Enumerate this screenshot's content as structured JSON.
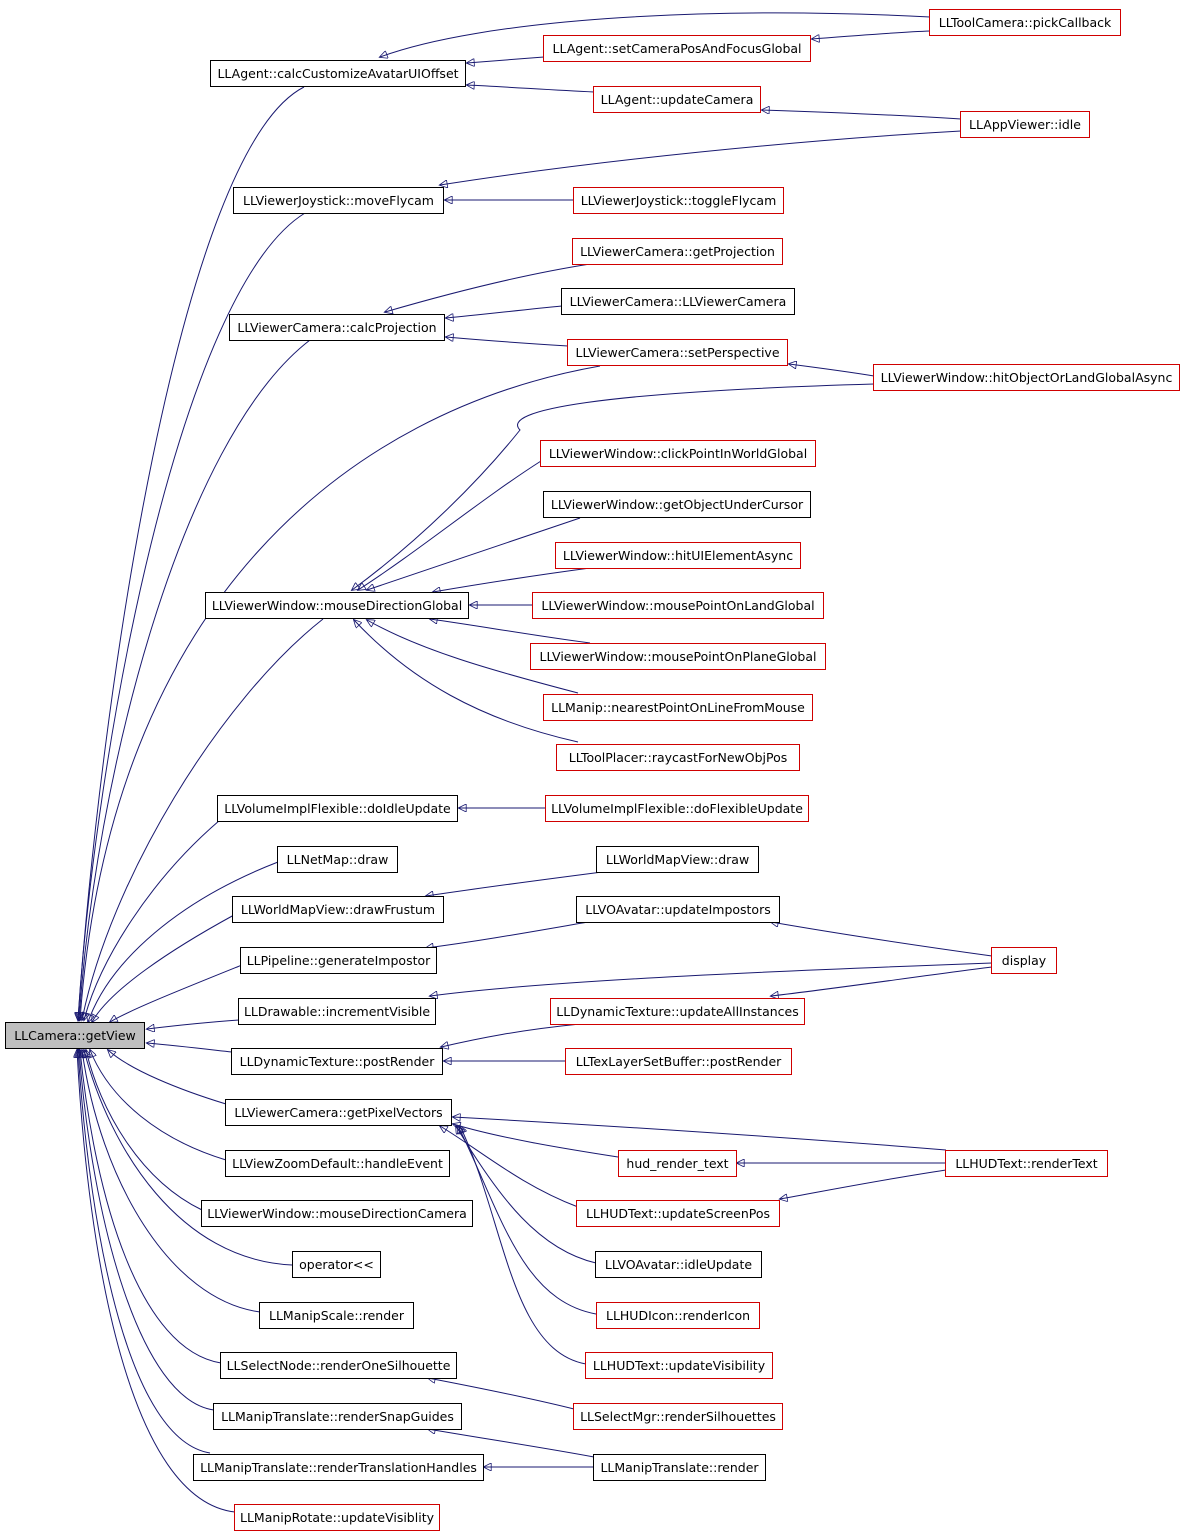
{
  "diagram": {
    "colors": {
      "edge": "#191970",
      "documented_border": "#000000",
      "undocumented_border": "#d00000",
      "root_fill": "#bfbfbf"
    },
    "nodes": {
      "root": "LLCamera::getView",
      "agent_calc": "LLAgent::calcCustomizeAvatarUIOffset",
      "toolcam_pick": "LLToolCamera::pickCallback",
      "agent_setcam": "LLAgent::setCameraPosAndFocusGlobal",
      "agent_update": "LLAgent::updateCamera",
      "appviewer_idle": "LLAppViewer::idle",
      "joystick_move": "LLViewerJoystick::moveFlycam",
      "joystick_toggle": "LLViewerJoystick::toggleFlycam",
      "vcam_getproj": "LLViewerCamera::getProjection",
      "vcam_ctor": "LLViewerCamera::LLViewerCamera",
      "vcam_calcproj": "LLViewerCamera::calcProjection",
      "vcam_setpersp": "LLViewerCamera::setPerspective",
      "vwin_hitobj": "LLViewerWindow::hitObjectOrLandGlobalAsync",
      "vwin_click": "LLViewerWindow::clickPointInWorldGlobal",
      "vwin_getobj": "LLViewerWindow::getObjectUnderCursor",
      "vwin_hitui": "LLViewerWindow::hitUIElementAsync",
      "vwin_mousedir": "LLViewerWindow::mouseDirectionGlobal",
      "vwin_mouseland": "LLViewerWindow::mousePointOnLandGlobal",
      "vwin_mouseplane": "LLViewerWindow::mousePointOnPlaneGlobal",
      "manip_nearest": "LLManip::nearestPointOnLineFromMouse",
      "toolplacer": "LLToolPlacer::raycastForNewObjPos",
      "vol_idle": "LLVolumeImplFlexible::doIdleUpdate",
      "vol_flex": "LLVolumeImplFlexible::doFlexibleUpdate",
      "netmap_draw": "LLNetMap::draw",
      "worldmap_draw": "LLWorldMapView::draw",
      "worldmap_frustum": "LLWorldMapView::drawFrustum",
      "voavatar_impostors": "LLVOAvatar::updateImpostors",
      "pipeline_impostor": "LLPipeline::generateImpostor",
      "display": "display",
      "drawable_inc": "LLDrawable::incrementVisible",
      "dyntex_updateall": "LLDynamicTexture::updateAllInstances",
      "dyntex_post": "LLDynamicTexture::postRender",
      "texlayer_post": "LLTexLayerSetBuffer::postRender",
      "vcam_pixel": "LLViewerCamera::getPixelVectors",
      "hud_render_text": "hud_render_text",
      "hudtext_render": "LLHUDText::renderText",
      "zoom_handle": "LLViewZoomDefault::handleEvent",
      "hudtext_screenpos": "LLHUDText::updateScreenPos",
      "vwin_mousecam": "LLViewerWindow::mouseDirectionCamera",
      "voavatar_idle": "LLVOAvatar::idleUpdate",
      "operator": "operator<<",
      "hudicon_render": "LLHUDIcon::renderIcon",
      "manipscale_render": "LLManipScale::render",
      "hudtext_vis": "LLHUDText::updateVisibility",
      "selectnode": "LLSelectNode::renderOneSilhouette",
      "selectmgr": "LLSelectMgr::renderSilhouettes",
      "maniptrans_snap": "LLManipTranslate::renderSnapGuides",
      "maniptrans_handles": "LLManipTranslate::renderTranslationHandles",
      "maniptrans_render": "LLManipTranslate::render",
      "maniprot_vis": "LLManipRotate::updateVisiblity"
    }
  }
}
